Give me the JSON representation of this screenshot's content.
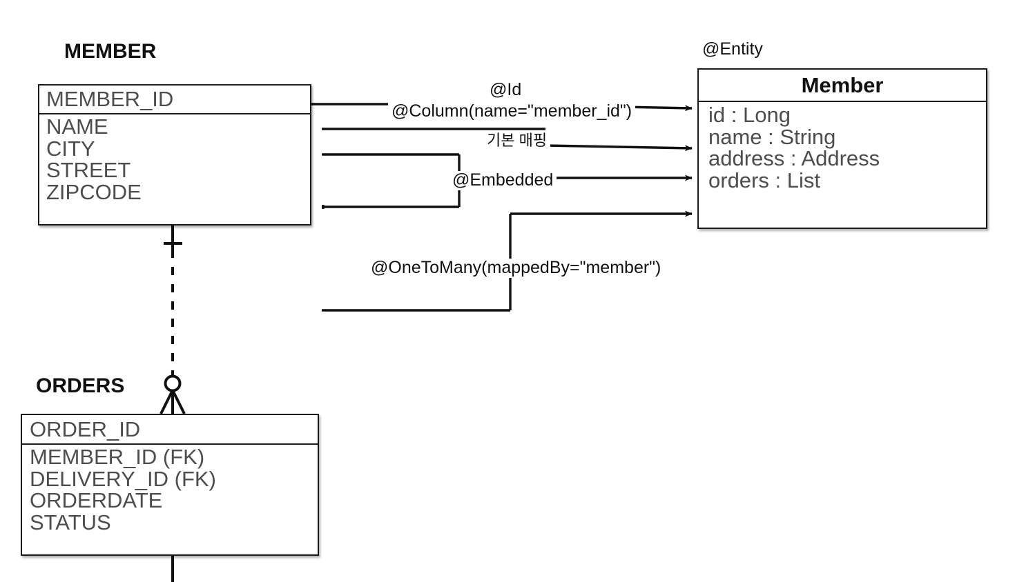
{
  "diagram": {
    "title": "JPA entity to relational table mapping",
    "type": "erd-to-class-mapping",
    "background_color": "#ffffff",
    "line_color": "#1a1a1a",
    "field_text_color": "#4d4d4d"
  },
  "member_table": {
    "caption": "MEMBER",
    "primary_key": "MEMBER_ID",
    "columns": [
      "NAME",
      "CITY",
      "STREET",
      "ZIPCODE"
    ]
  },
  "orders_table": {
    "caption": "ORDERS",
    "primary_key": "ORDER_ID",
    "columns": [
      "MEMBER_ID (FK)",
      "DELIVERY_ID (FK)",
      "ORDERDATE",
      "STATUS"
    ]
  },
  "member_entity": {
    "stereotype": "@Entity",
    "class_name": "Member",
    "fields": [
      "id : Long",
      "name : String",
      "address : Address",
      "orders : List"
    ]
  },
  "annotations": {
    "id": "@Id",
    "column": "@Column(name=\"member_id\")",
    "basic_mapping": "기본 매핑",
    "embedded": "@Embedded",
    "one_to_many": "@OneToMany(mappedBy=\"member\")"
  },
  "relationship": {
    "from": "MEMBER",
    "to": "ORDERS",
    "line_style": "dashed",
    "parent_cardinality": "one-mandatory",
    "child_cardinality": "zero-or-many"
  }
}
